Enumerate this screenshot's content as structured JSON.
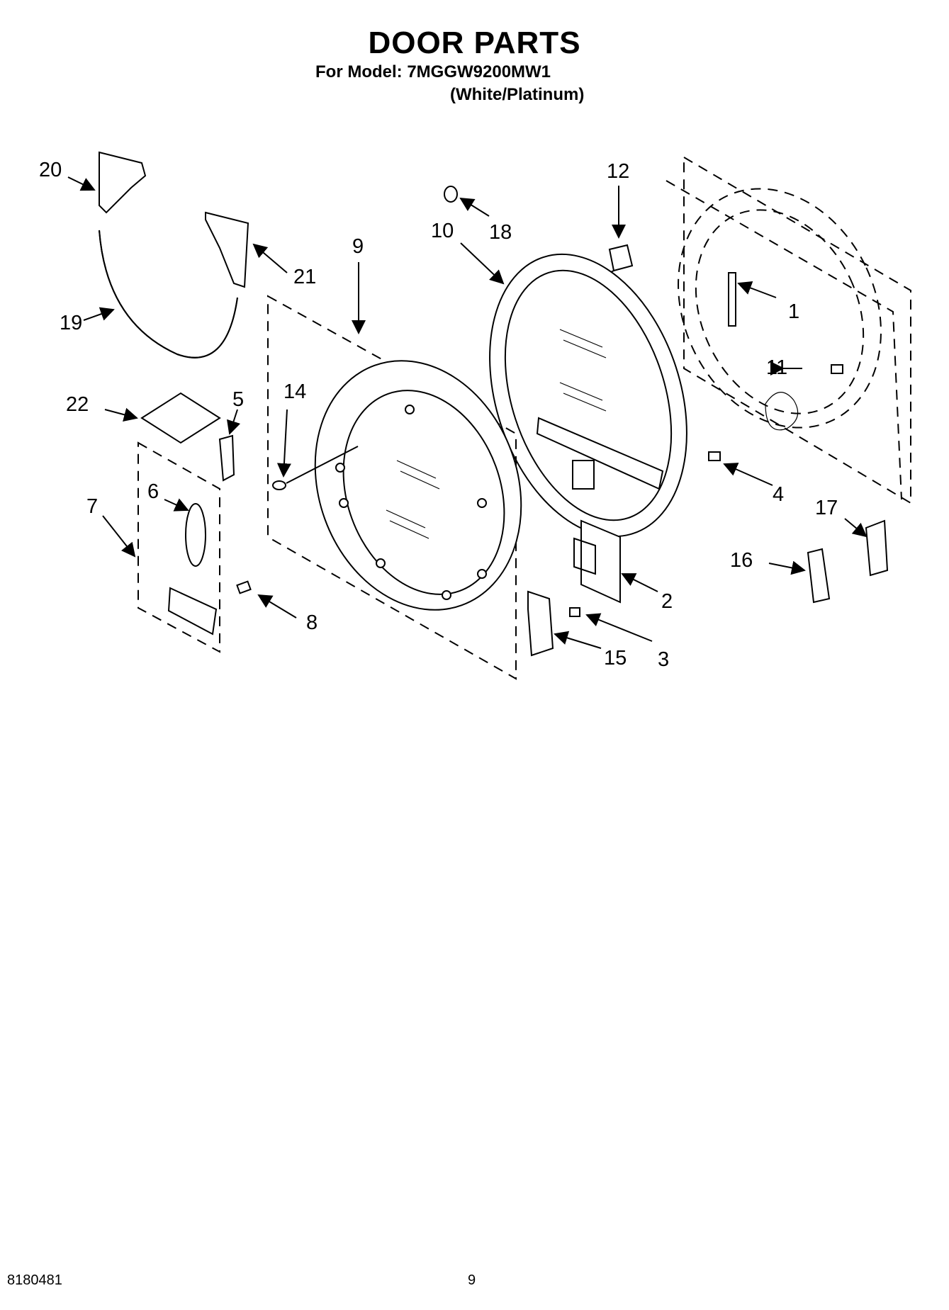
{
  "header": {
    "title": "DOOR PARTS",
    "model_line": "For Model: 7MGGW9200MW1",
    "finish_line": "(White/Platinum)"
  },
  "callouts": {
    "c1": "1",
    "c2": "2",
    "c3": "3",
    "c4": "4",
    "c5": "5",
    "c6": "6",
    "c7": "7",
    "c8": "8",
    "c9": "9",
    "c10": "10",
    "c11": "11",
    "c12": "12",
    "c14": "14",
    "c15": "15",
    "c16": "16",
    "c17": "17",
    "c18": "18",
    "c19": "19",
    "c20": "20",
    "c21": "21",
    "c22": "22"
  },
  "footer": {
    "document_number": "8180481",
    "page_number": "9"
  }
}
